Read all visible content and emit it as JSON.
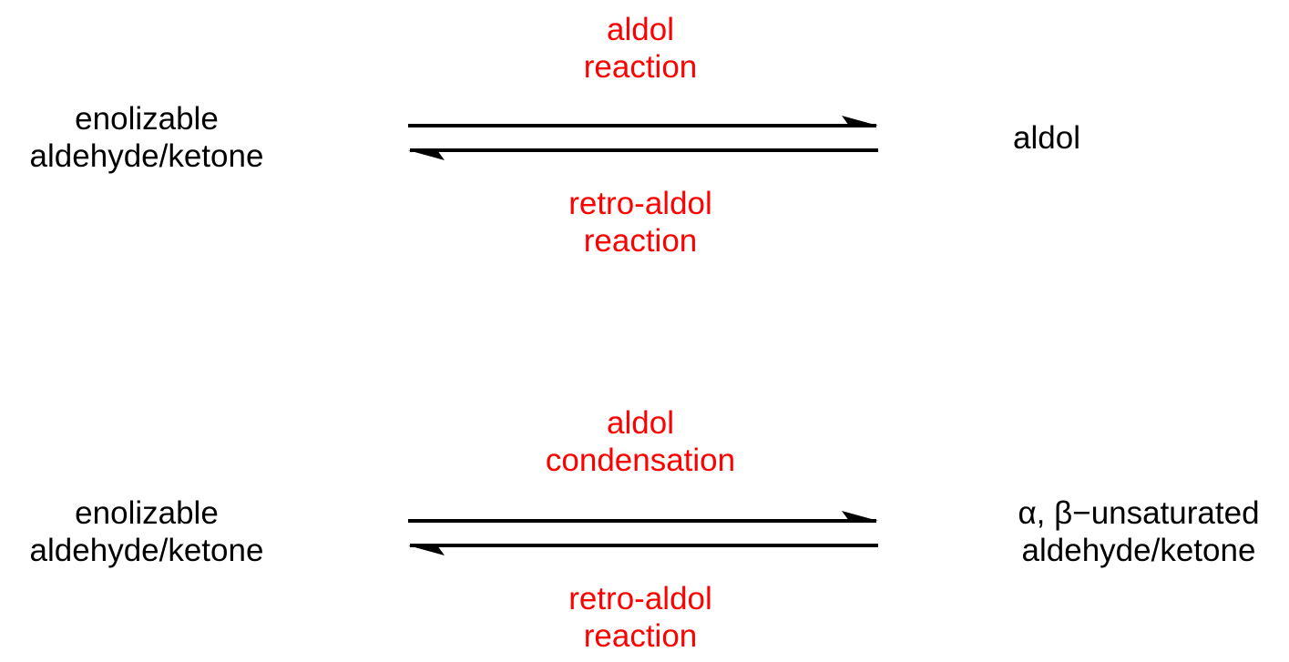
{
  "schemes": [
    {
      "reactant": [
        "enolizable",
        "aldehyde/ketone"
      ],
      "forward": [
        "aldol",
        "reaction"
      ],
      "reverse": [
        "retro-aldol",
        "reaction"
      ],
      "product": [
        "aldol"
      ]
    },
    {
      "reactant": [
        "enolizable",
        "aldehyde/ketone"
      ],
      "forward": [
        "aldol",
        "condensation"
      ],
      "reverse": [
        "retro-aldol",
        "reaction"
      ],
      "product": [
        "α, β−unsaturated",
        "aldehyde/ketone"
      ]
    }
  ],
  "colors": {
    "reagent_label": "#ff0000",
    "text": "#000000"
  }
}
